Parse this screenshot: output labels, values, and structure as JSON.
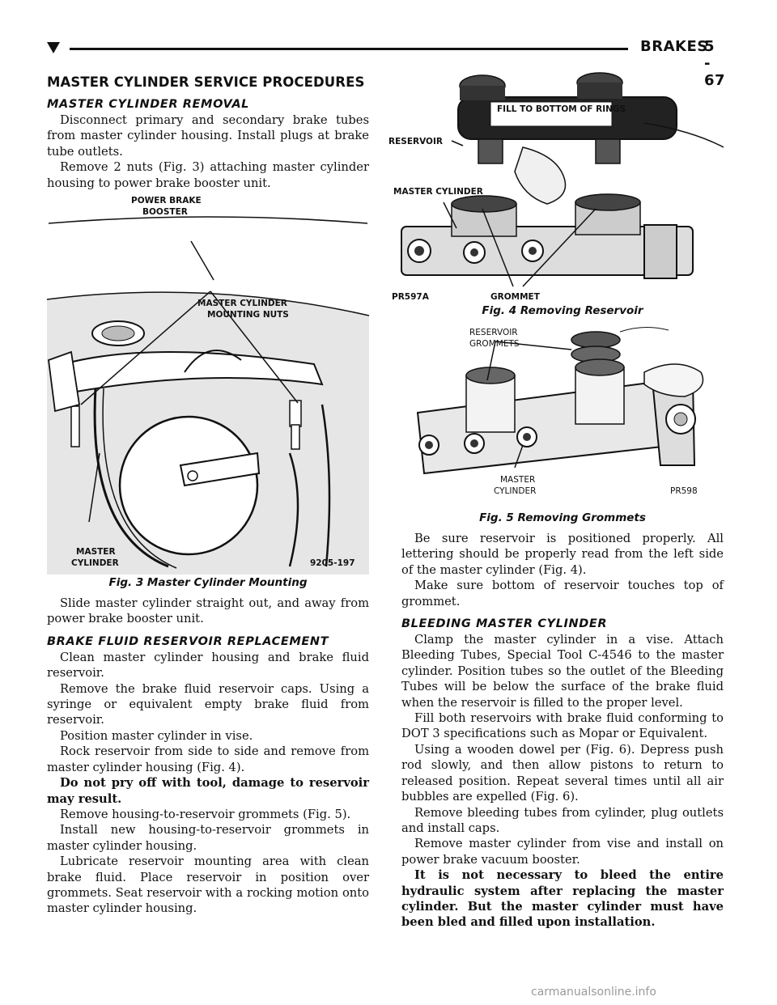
{
  "header": {
    "section": "BRAKES",
    "page": "5 - 67"
  },
  "title": "MASTER CYLINDER SERVICE PROCEDURES",
  "left": {
    "removal_heading": "MASTER CYLINDER REMOVAL",
    "removal_p1": "Disconnect primary and secondary brake tubes from master cylinder housing. Install plugs at brake tube outlets.",
    "removal_p2": "Remove 2 nuts (Fig. 3) attaching master cylinder housing to power brake booster unit.",
    "fig3": {
      "label_booster": [
        "POWER BRAKE",
        "BOOSTER"
      ],
      "label_nuts": [
        "MASTER CYLINDER",
        "MOUNTING NUTS"
      ],
      "label_cyl": [
        "MASTER",
        "CYLINDER"
      ],
      "code": "9205-197",
      "caption": "Fig. 3 Master Cylinder Mounting"
    },
    "removal_p3": "Slide master cylinder straight out, and away from power brake booster unit.",
    "reservoir_heading": "BRAKE FLUID RESERVOIR REPLACEMENT",
    "res_p1": "Clean master cylinder housing and brake fluid reservoir.",
    "res_p2": "Remove the brake fluid reservoir caps. Using a syringe or equivalent empty brake fluid from reservoir.",
    "res_p3": "Position master cylinder in vise.",
    "res_p4": "Rock reservoir from side to side and remove from master cylinder housing (Fig. 4).",
    "res_p5": "Do not pry off with tool, damage to reservoir may result.",
    "res_p6": "Remove housing-to-reservoir grommets (Fig. 5).",
    "res_p7": "Install new housing-to-reservoir grommets in master cylinder housing.",
    "res_p8": "Lubricate reservoir mounting area with clean brake fluid. Place reservoir in position over grommets. Seat reservoir with a rocking motion onto master cylinder housing."
  },
  "right": {
    "fig4": {
      "label_reservoir": "RESERVOIR",
      "label_cyl": "MASTER CYLINDER",
      "label_grommet": "GROMMET",
      "label_fill": "FILL TO BOTTOM OF RINGS",
      "code": "PR597A",
      "caption": "Fig. 4 Removing Reservoir"
    },
    "fig5": {
      "label_grommets": [
        "RESERVOIR",
        "GROMMETS"
      ],
      "label_cyl": [
        "MASTER",
        "CYLINDER"
      ],
      "code": "PR598",
      "caption": "Fig. 5 Removing Grommets"
    },
    "p1": "Be sure reservoir is positioned properly. All lettering should be properly read from the left side of the master cylinder (Fig. 4).",
    "p2": "Make sure bottom of reservoir touches top of grommet.",
    "bleed_heading": "BLEEDING MASTER CYLINDER",
    "b1": "Clamp the master cylinder in a vise. Attach Bleeding Tubes, Special Tool C-4546 to the master cylinder. Position tubes so the outlet of the Bleeding Tubes will be below the surface of the brake fluid when the reservoir is filled to the proper level.",
    "b2": "Fill both reservoirs with brake fluid conforming to DOT 3 specifications such as Mopar or Equivalent.",
    "b3": "Using a wooden dowel per (Fig. 6). Depress push rod slowly, and then allow pistons to return to released position. Repeat several times until all air bubbles are expelled (Fig. 6).",
    "b4": "Remove bleeding tubes from cylinder, plug outlets and install caps.",
    "b5": "Remove master cylinder from vise and install on power brake vacuum booster.",
    "b6": "It is not necessary to bleed the entire hydraulic system after replacing the master cylinder. But the master cylinder must have been bled and filled upon installation."
  },
  "watermark": "carmanualsonline.info"
}
